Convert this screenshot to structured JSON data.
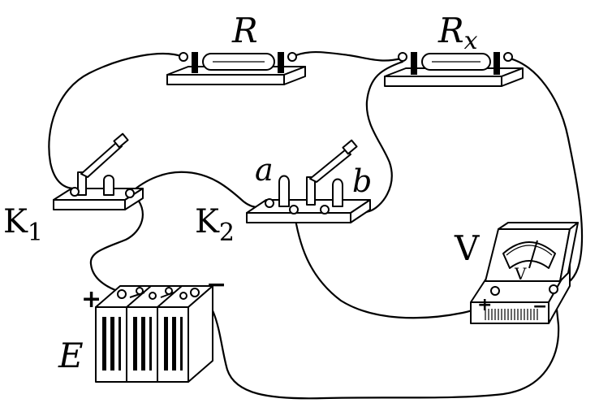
{
  "labels": {
    "resistor_r": "R",
    "resistor_rx_main": "R",
    "resistor_rx_sub": "x",
    "switch_k1_main": "K",
    "switch_k1_sub": "1",
    "switch_k2_main": "K",
    "switch_k2_sub": "2",
    "contact_a": "a",
    "contact_b": "b",
    "voltmeter": "V",
    "voltmeter_dial": "V",
    "voltmeter_plus": "+",
    "voltmeter_minus": "−",
    "battery": "E",
    "battery_plus": "+",
    "battery_minus": "−"
  }
}
